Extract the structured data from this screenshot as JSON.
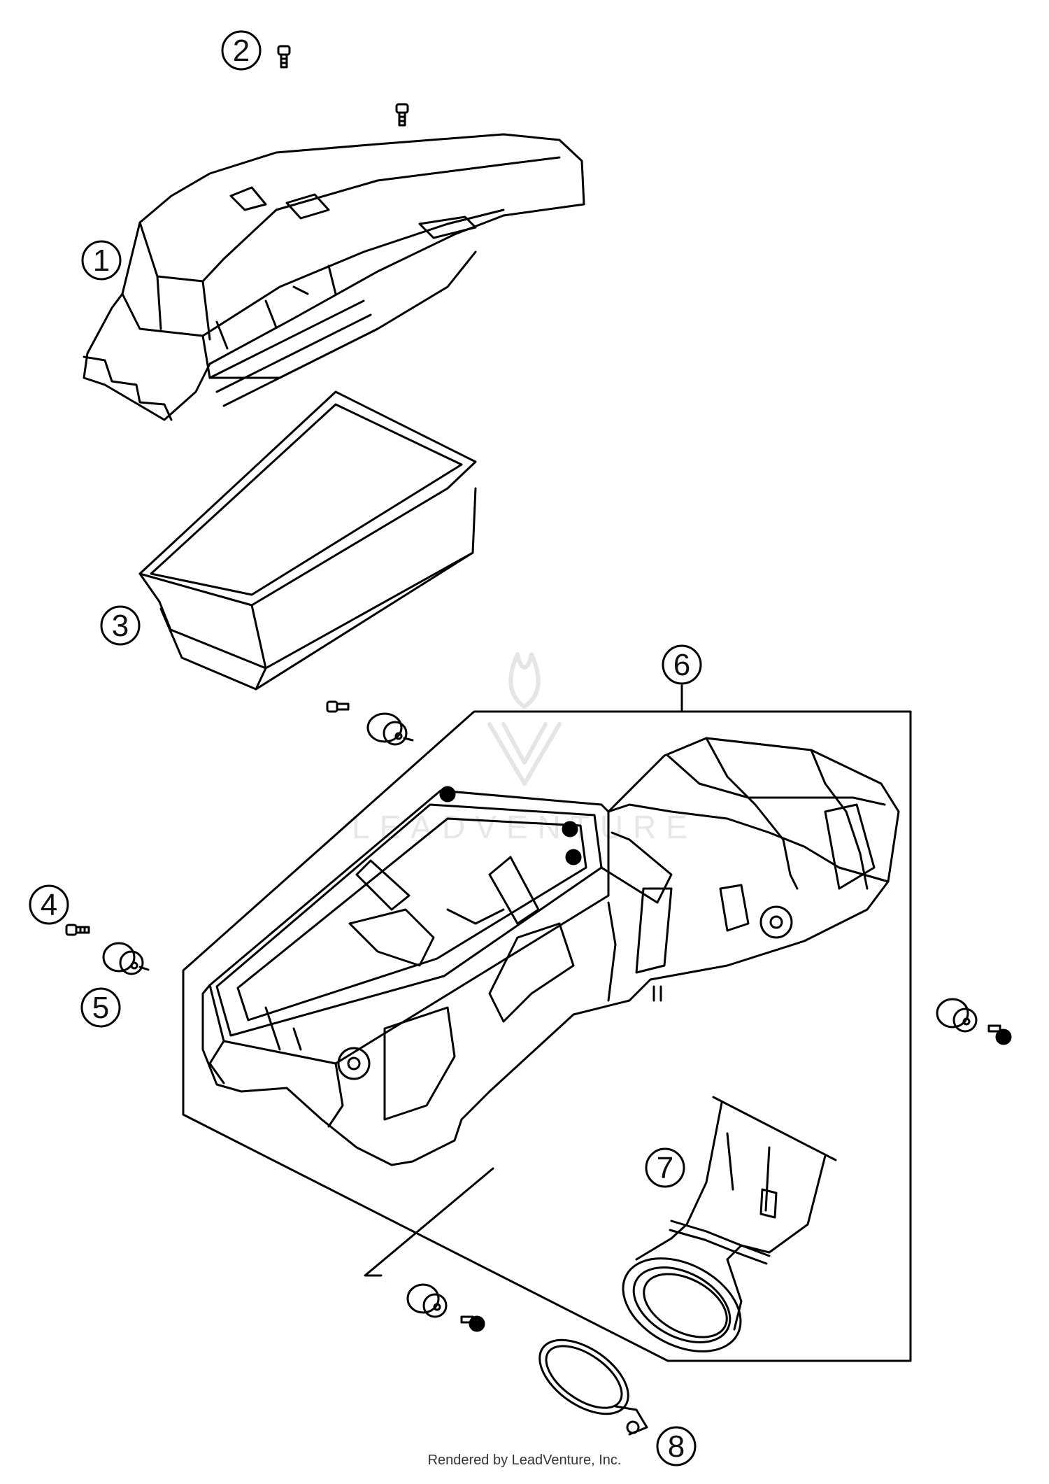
{
  "callouts": [
    "1",
    "2",
    "3",
    "4",
    "5",
    "6",
    "7",
    "8"
  ],
  "watermark": "LEADVENTURE",
  "footer": "Rendered by LeadVenture, Inc."
}
